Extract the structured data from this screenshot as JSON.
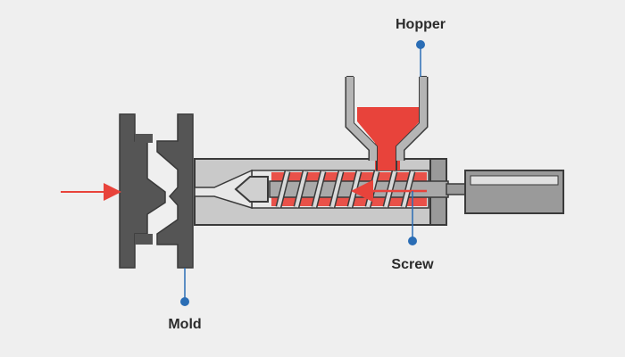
{
  "labels": {
    "hopper": "Hopper",
    "screw": "Screw",
    "mold": "Mold"
  },
  "colors": {
    "background": "#efefef",
    "metal_dark": "#555555",
    "metal_mid": "#8c8c8c",
    "metal_light": "#c9c9c9",
    "outline": "#3a3a3a",
    "molten_plastic": "#e8433b",
    "leader_dot": "#2a6db5",
    "arrow": "#e8433b"
  }
}
